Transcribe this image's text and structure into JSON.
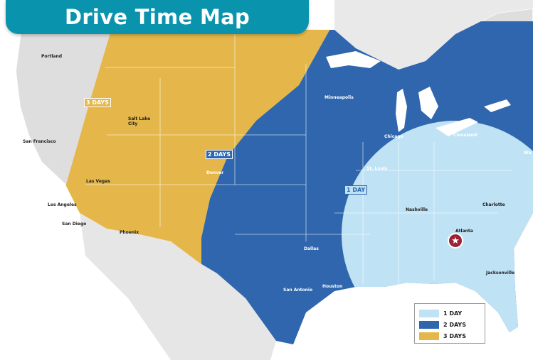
{
  "title": "Drive Time Map",
  "colors": {
    "one_day": "#bfe2f5",
    "two_days": "#2f66ad",
    "three_days": "#e5b74a",
    "title_banner": "#0a93ad",
    "origin_star": "#9b2335"
  },
  "zone_labels": {
    "three_days": "3 DAYS",
    "two_days": "2 DAYS",
    "one_day": "1 DAY"
  },
  "cities": {
    "portland": "Portland",
    "san_francisco": "San Francisco",
    "salt_lake_city": "Salt Lake City",
    "las_vegas": "Las Vegas",
    "los_angeles": "Los Angeles",
    "san_diego": "San Diego",
    "phoenix": "Phoenix",
    "denver": "Denver",
    "minneapolis": "Minneapolis",
    "chicago": "Chicago",
    "cleveland": "Cleveland",
    "st_louis": "St. Louis",
    "nashville": "Nashville",
    "charlotte": "Charlotte",
    "atlanta": "Atlanta",
    "dallas": "Dallas",
    "san_antonio": "San Antonio",
    "houston": "Houston",
    "jacksonville": "Jacksonville",
    "washington_partial": "Wa"
  },
  "origin": {
    "city": "Atlanta",
    "icon": "star-icon"
  },
  "legend": [
    {
      "label": "1 DAY",
      "color": "#bfe2f5"
    },
    {
      "label": "2 DAYS",
      "color": "#2f66ad"
    },
    {
      "label": "3 DAYS",
      "color": "#e5b74a"
    }
  ]
}
